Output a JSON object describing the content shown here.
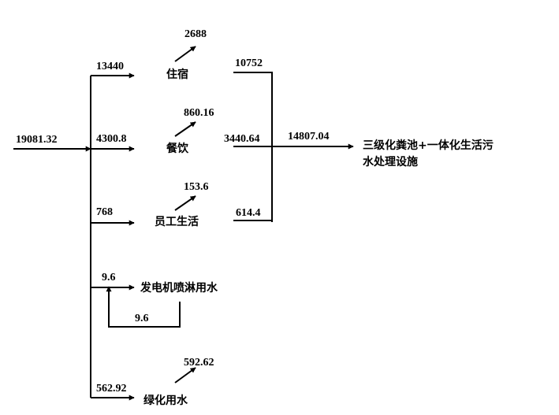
{
  "total_input": "19081.32",
  "branches": {
    "accommodation": {
      "flow_in": "13440",
      "loss": "2688",
      "label": "住宿",
      "flow_out": "10752"
    },
    "catering": {
      "flow_in": "4300.8",
      "loss": "860.16",
      "label": "餐饮",
      "flow_out": "3440.64"
    },
    "staff_living": {
      "flow_in": "768",
      "loss": "153.6",
      "label": "员工生活",
      "flow_out": "614.4"
    },
    "generator_spray": {
      "flow_in": "9.6",
      "label": "发电机喷淋用水",
      "recycle": "9.6"
    },
    "greening": {
      "flow_in": "562.92",
      "loss": "592.62",
      "label": "绿化用水"
    }
  },
  "treatment": {
    "flow": "14807.04",
    "label_line1": "三级化粪池+一体化生活污",
    "label_line2": "水处理设施"
  }
}
